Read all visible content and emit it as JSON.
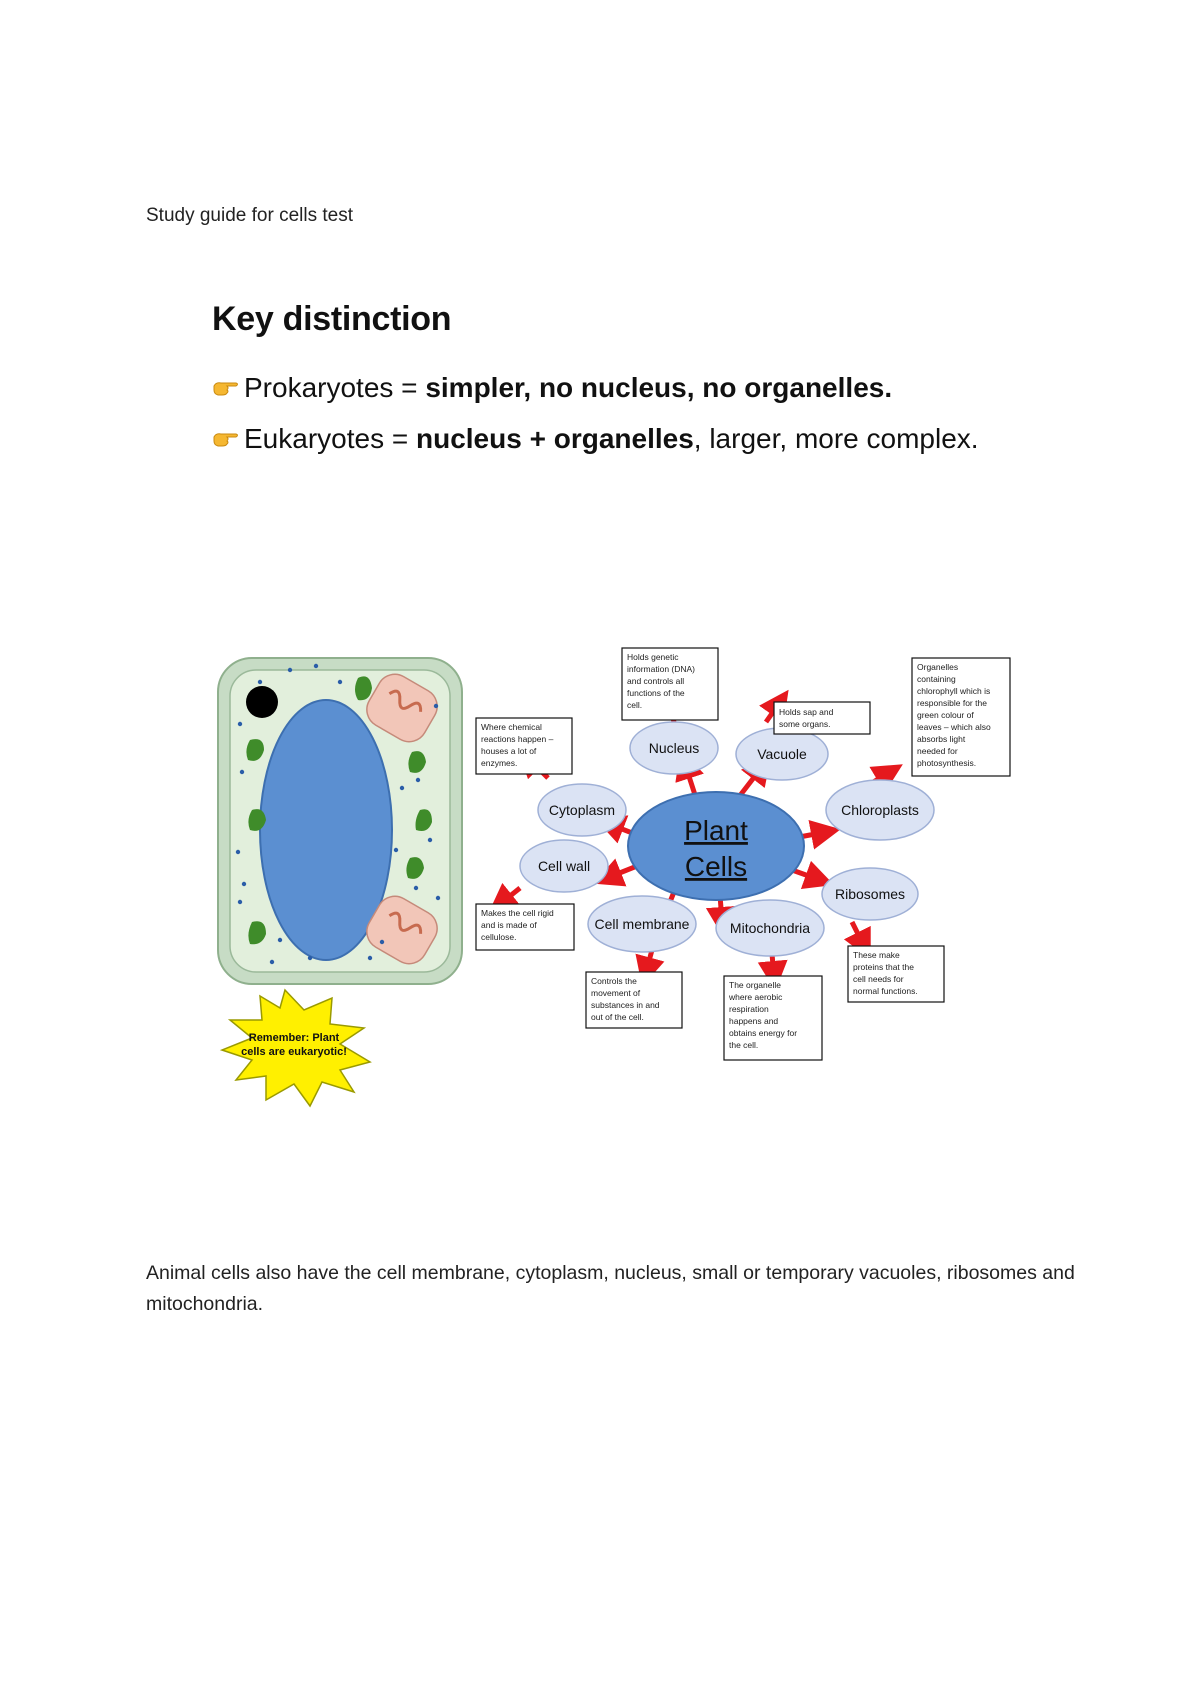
{
  "document": {
    "title": "Study guide for cells test"
  },
  "key_distinction": {
    "heading": "Key distinction",
    "pointer_icon": "backhand-index-pointing-right",
    "prokaryotes": {
      "term": "Prokaryotes",
      "eq": " = ",
      "bold": "simpler, no nucleus, no organelles."
    },
    "eukaryotes": {
      "term": "Eukaryotes",
      "eq": " = ",
      "bold": "nucleus + organelles",
      "rest": ", larger, more complex."
    }
  },
  "figure": {
    "center": {
      "line1": "Plant",
      "line2": "Cells"
    },
    "starburst_text": {
      "line1": "Remember: Plant",
      "line2": "cells are eukaryotic!"
    },
    "colors": {
      "cell_wall": "#c7dcc5",
      "cytoplasm": "#e2efdc",
      "vacuole": "#5b8fd1",
      "chloroplast": "#3f8c2a",
      "mitochondria": "#f2c6b8",
      "nucleus": "#000000",
      "arrow": "#e5191e",
      "bubble": "#dbe3f4",
      "center": "#5b8fd1",
      "starburst": "#fff000"
    },
    "organelles": {
      "nucleus": {
        "name": "Nucleus",
        "desc": [
          "Holds genetic",
          "information (DNA)",
          "and controls all",
          "functions of the",
          "cell."
        ]
      },
      "vacuole": {
        "name": "Vacuole",
        "desc": [
          "Holds sap and",
          "some organs."
        ]
      },
      "chloroplasts": {
        "name": "Chloroplasts",
        "desc": [
          "Organelles",
          "containing",
          "chlorophyll which is",
          "responsible for the",
          "green colour of",
          "leaves – which also",
          "absorbs light",
          "needed for",
          "photosynthesis."
        ]
      },
      "cytoplasm": {
        "name": "Cytoplasm",
        "desc": [
          "Where chemical",
          "reactions happen –",
          "houses a lot of",
          "enzymes."
        ]
      },
      "cell_wall": {
        "name": "Cell wall",
        "desc": [
          "Makes the cell rigid",
          "and is made of",
          "cellulose."
        ]
      },
      "cell_membrane": {
        "name": "Cell membrane",
        "desc": [
          "Controls the",
          "movement of",
          "substances in and",
          "out of the cell."
        ]
      },
      "mitochondria": {
        "name": "Mitochondria",
        "desc": [
          "The organelle",
          "where aerobic",
          "respiration",
          "happens and",
          "obtains energy for",
          "the cell."
        ]
      },
      "ribosomes": {
        "name": "Ribosomes",
        "desc": [
          "These make",
          "proteins that the",
          "cell needs for",
          "normal functions."
        ]
      }
    }
  },
  "animal_note": "Animal cells also have the cell membrane, cytoplasm, nucleus, small or temporary vacuoles, ribosomes and mitochondria."
}
